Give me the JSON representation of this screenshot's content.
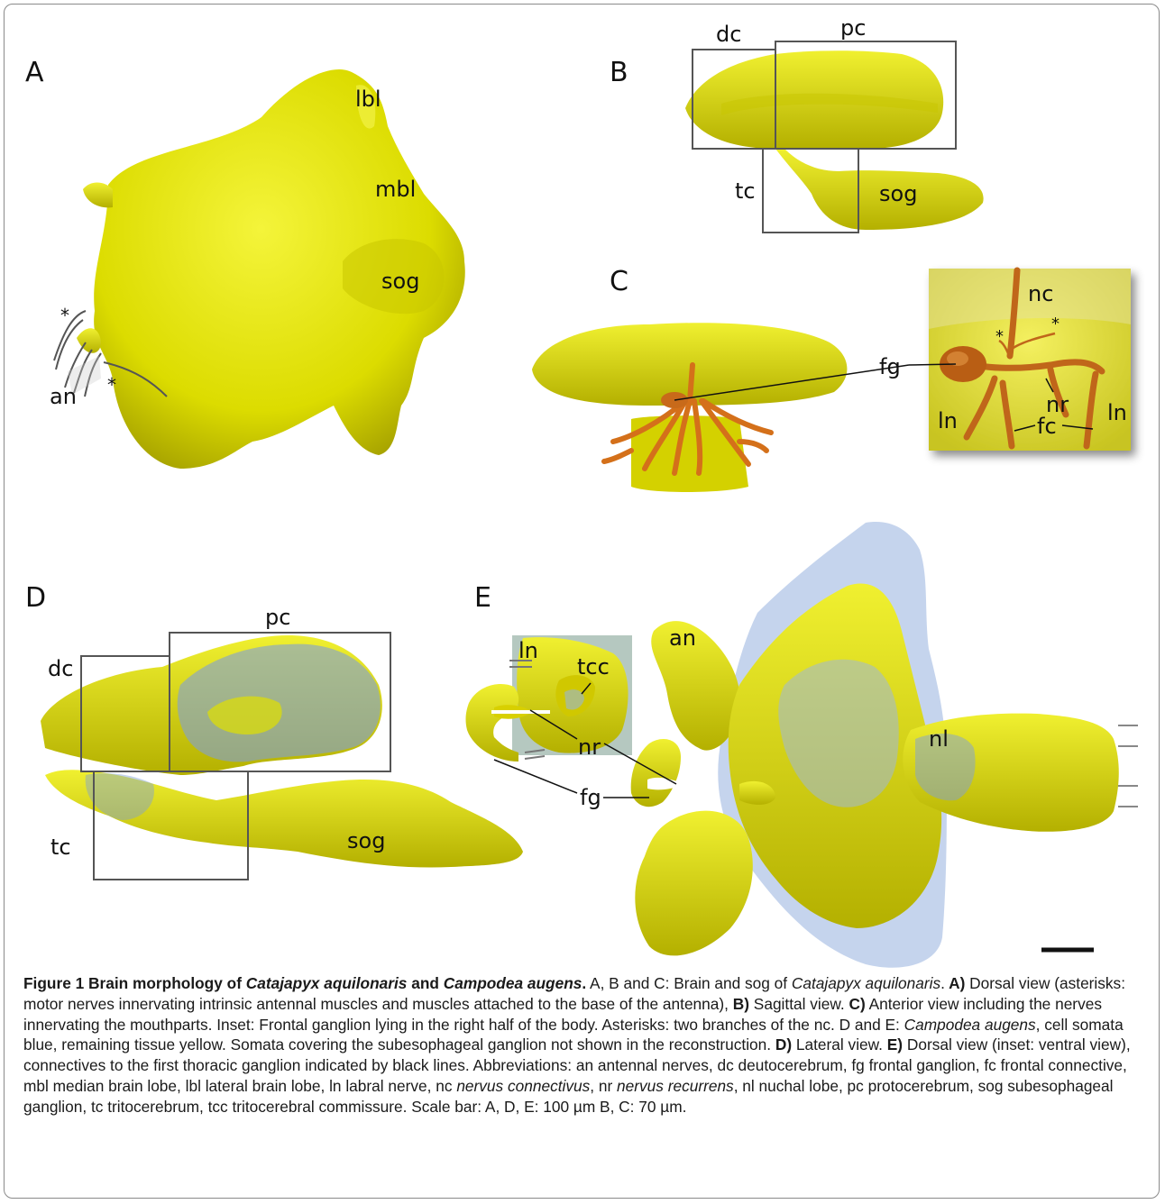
{
  "panels": {
    "A": {
      "letter": "A",
      "labels": {
        "lbl": "lbl",
        "mbl": "mbl",
        "sog": "sog",
        "an": "an",
        "ast1": "*",
        "ast2": "*"
      }
    },
    "B": {
      "letter": "B",
      "labels": {
        "dc": "dc",
        "pc": "pc",
        "tc": "tc",
        "sog": "sog"
      }
    },
    "C": {
      "letter": "C",
      "labels": {
        "fg": "fg",
        "nc": "nc",
        "nr": "nr",
        "ln_left": "ln",
        "ln_right": "ln",
        "fc": "fc",
        "ast1": "*",
        "ast2": "*"
      }
    },
    "D": {
      "letter": "D",
      "labels": {
        "pc": "pc",
        "dc": "dc",
        "tc": "tc",
        "sog": "sog"
      }
    },
    "E": {
      "letter": "E",
      "labels": {
        "an": "an",
        "nl": "nl",
        "ln": "ln",
        "tcc": "tcc",
        "nr": "nr",
        "fg": "fg"
      }
    }
  },
  "colors": {
    "tissue": "#e0e000",
    "tissue_shade": "#b8b400",
    "somata": "#7f9fd8",
    "nerve": "#d9731c",
    "outline_box": "#555555"
  },
  "caption": {
    "figure_label": "Figure 1",
    "title_part1": "Brain morphology of ",
    "species1": "Catajapyx aquilonaris",
    "title_part2": " and ",
    "species2": "Campodea augens",
    "title_end": ".",
    "t1": " A, B and C: Brain and sog of ",
    "t1_species": "Catajapyx aquilonaris",
    "t1_end": ".",
    "a_key": " A)",
    "a_text": " Dorsal view (asterisks: motor nerves innervating intrinsic antennal muscles and muscles attached to the base of the antenna),",
    "b_key": " B)",
    "b_text": " Sagittal view.",
    "c_key": " C)",
    "c_text": " Anterior view including the nerves innervating the mouthparts. Inset: Frontal ganglion lying in the right half of the body. Asterisks: two branches of the nc. D and E: ",
    "c_species": "Campodea augens",
    "c_text2": ", cell somata blue, remaining tissue yellow. Somata covering the subesophageal ganglion not shown in the reconstruction.",
    "d_key": " D)",
    "d_text": " Lateral view.",
    "e_key": " E)",
    "e_text": " Dorsal view (inset: ventral view), connectives to the first thoracic ganglion indicated by black lines. Abbreviations: an antennal nerves, dc deutocerebrum, fg frontal ganglion, fc frontal connective, mbl median brain lobe, lbl lateral brain lobe, ln labral nerve, nc ",
    "nc_italic": "nervus connectivus",
    "e_text2": ", nr ",
    "nr_italic": "nervus recurrens",
    "e_text3": ", nl nuchal lobe, pc protocerebrum, sog subesophageal ganglion, tc tritocerebrum, tcc tritocerebral commissure. Scale bar: A, D, E: 100 µm B, C: 70 µm."
  }
}
